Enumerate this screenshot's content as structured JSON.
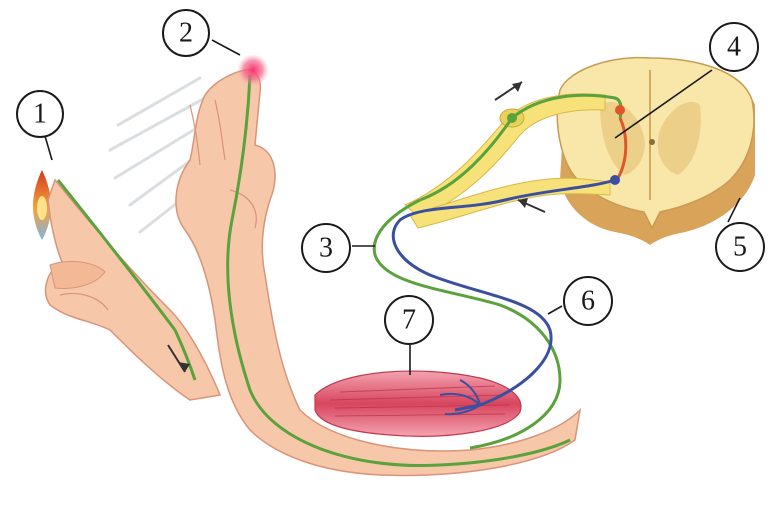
{
  "callouts": [
    {
      "id": "1",
      "label": "1"
    },
    {
      "id": "2",
      "label": "2"
    },
    {
      "id": "3",
      "label": "3"
    },
    {
      "id": "4",
      "label": "4"
    },
    {
      "id": "5",
      "label": "5"
    },
    {
      "id": "6",
      "label": "6"
    },
    {
      "id": "7",
      "label": "7"
    }
  ],
  "colors": {
    "skin": "#f6c7a9",
    "skin_shadow": "#e2a183",
    "sensory_nerve": "#5aa23c",
    "motor_nerve": "#3b4fa0",
    "interneuron": "#e0552a",
    "spinal_cord": "#f8e7a9",
    "grey_matter": "#ecd08a",
    "cord_side": "#d9a35a",
    "muscle": "#d9556a",
    "flame": "#e8562a",
    "pain_spot": "#e0356a"
  }
}
